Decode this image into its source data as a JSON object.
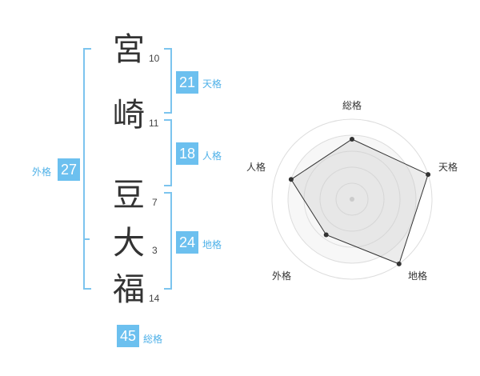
{
  "name": {
    "chars": [
      {
        "char": "宮",
        "strokes": "10"
      },
      {
        "char": "崎",
        "strokes": "11"
      },
      {
        "char": "豆",
        "strokes": "7"
      },
      {
        "char": "大",
        "strokes": "3"
      },
      {
        "char": "福",
        "strokes": "14"
      }
    ]
  },
  "kakusu": {
    "tenkaku": {
      "value": "21",
      "label": "天格"
    },
    "jinkaku": {
      "value": "18",
      "label": "人格"
    },
    "chikaku": {
      "value": "24",
      "label": "地格"
    },
    "gaikaku": {
      "value": "27",
      "label": "外格"
    },
    "soukaku": {
      "value": "45",
      "label": "総格"
    }
  },
  "colors": {
    "accent": "#6cc0ef",
    "bracket": "#7cc4ee",
    "text": "#333333"
  },
  "radar": {
    "labels": [
      "総格",
      "天格",
      "地格",
      "外格",
      "人格"
    ],
    "values": [
      0.75,
      1.0,
      1.0,
      0.55,
      0.8
    ]
  }
}
